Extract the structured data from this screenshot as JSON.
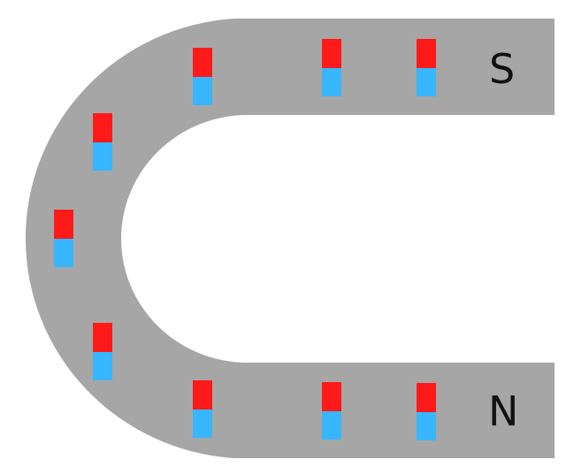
{
  "magnet": {
    "body_color": "#a6a6a6",
    "south_label": "S",
    "north_label": "N"
  },
  "compass_needles": {
    "colors": {
      "top": "#ff1a1a",
      "bottom": "#38b6ff"
    },
    "count": 9
  }
}
